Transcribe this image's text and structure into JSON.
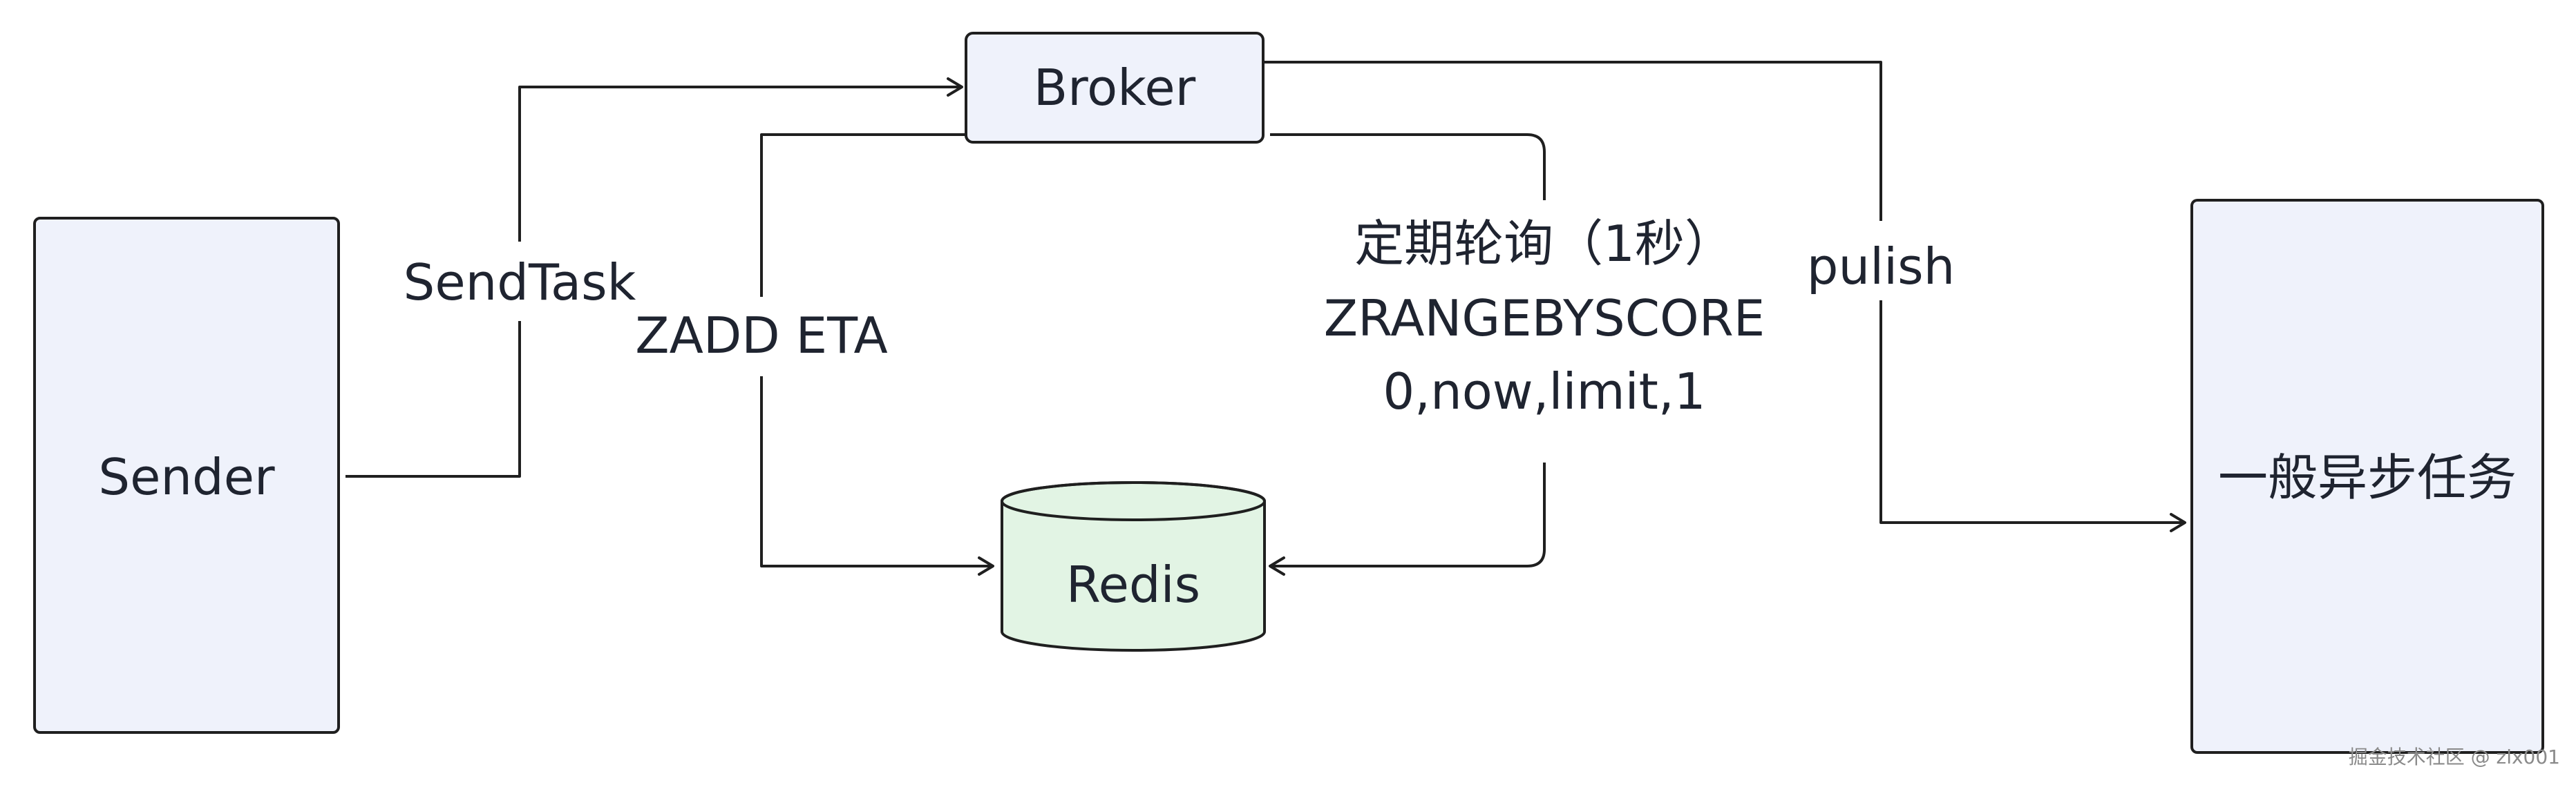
{
  "nodes": {
    "sender": {
      "label": "Sender"
    },
    "broker": {
      "label": "Broker"
    },
    "redis": {
      "label": "Redis"
    },
    "async_task": {
      "label": "一般异步任务"
    }
  },
  "edges": {
    "send_task": {
      "label": "SendTask"
    },
    "zadd": {
      "label": "ZADD ETA"
    },
    "poll": {
      "line1": "定期轮询（1秒）",
      "line2": "ZRANGEBYSCORE",
      "line3": "0,now,limit,1"
    },
    "publish": {
      "label": "pulish"
    }
  },
  "watermark": "掘金技术社区 @ zlx001"
}
